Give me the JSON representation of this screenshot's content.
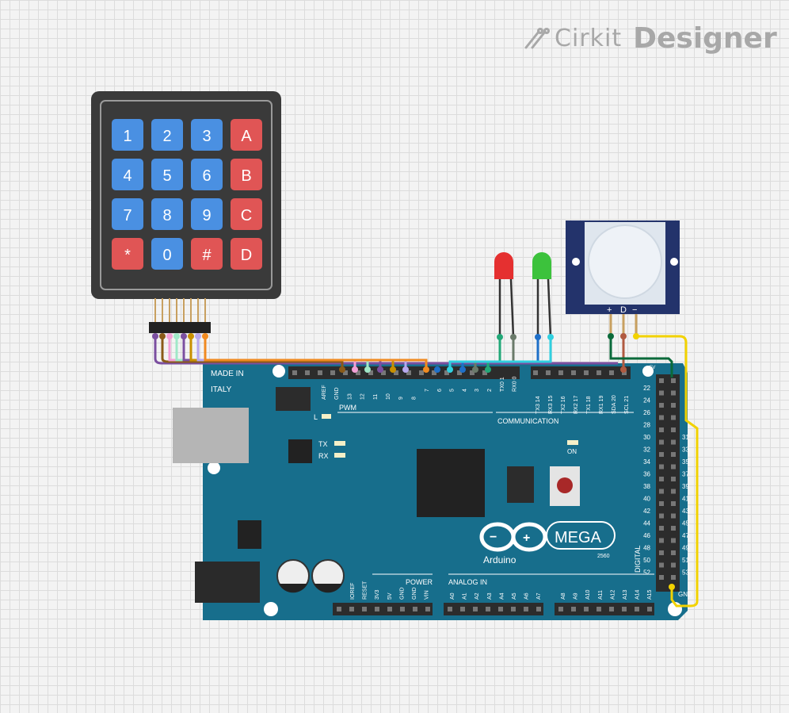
{
  "brand": {
    "part1": "Cirkit",
    "part2": "Designer",
    "icon": "cirkit-logo-icon"
  },
  "keypad": {
    "keys": [
      "1",
      "2",
      "3",
      "A",
      "4",
      "5",
      "6",
      "B",
      "7",
      "8",
      "9",
      "C",
      "*",
      "0",
      "#",
      "D"
    ]
  },
  "pir": {
    "pins": [
      "+",
      "D",
      "−"
    ]
  },
  "board": {
    "made_in": "MADE IN",
    "italy": "ITALY",
    "pwm": "PWM",
    "communication": "COMMUNICATION",
    "l": "L",
    "tx": "TX",
    "rx": "RX",
    "on": "ON",
    "logo_text": "Arduino",
    "model": "MEGA",
    "model_sub": "2560",
    "power": "POWER",
    "analog_in": "ANALOG IN",
    "digital": "DIGITAL",
    "gnd_right": "GND",
    "five_v": "5V",
    "top_left_pins": [
      "AREF",
      "GND",
      "13",
      "12",
      "11",
      "10",
      "9",
      "8"
    ],
    "top_mid_pins": [
      "7",
      "6",
      "5",
      "4",
      "3",
      "2",
      "TX0 1",
      "RX0 0"
    ],
    "comm_pins": [
      "TX3 14",
      "RX3 15",
      "TX2 16",
      "RX2 17",
      "TX1 18",
      "RX1 19",
      "SDA 20",
      "SCL 21"
    ],
    "power_pins": [
      "IOREF",
      "RESET",
      "3V3",
      "5V",
      "GND",
      "GND",
      "VIN"
    ],
    "analog_pins_a": [
      "A0",
      "A1",
      "A2",
      "A3",
      "A4",
      "A5",
      "A6",
      "A7"
    ],
    "analog_pins_b": [
      "A8",
      "A9",
      "A10",
      "A11",
      "A12",
      "A13",
      "A14",
      "A15"
    ],
    "digital_left": [
      "22",
      "24",
      "26",
      "28",
      "30",
      "32",
      "34",
      "36",
      "38",
      "40",
      "42",
      "44",
      "46",
      "48",
      "50",
      "52"
    ],
    "digital_right": [
      "31",
      "33",
      "35",
      "37",
      "39",
      "41",
      "43",
      "45",
      "47",
      "49",
      "51",
      "53"
    ]
  },
  "colors": {
    "board": "#176e8c",
    "keypad_body": "#3a3a3a",
    "key_blue": "#4a90e2",
    "key_red": "#e05555",
    "led_red": "#e53030",
    "led_green": "#3cc23c",
    "wire_purple": "#7b4fa0",
    "wire_yellow": "#f2d200"
  }
}
